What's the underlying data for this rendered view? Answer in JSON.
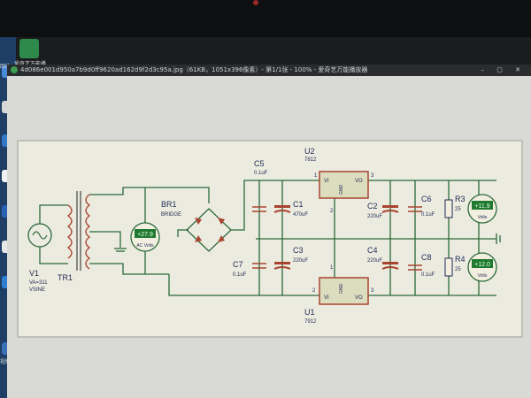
{
  "window": {
    "title": "4d086e001d950a7b9d0ff9620ad162d9f2d3c95a.jpg（61KB，1051x396像素）- 第1/1张 - 100% - 爱奇艺万能播放器",
    "controls": "– ▢ ✕"
  },
  "desktop": {
    "icon_label": "爱奇艺万能播",
    "side_labels": [
      "回收",
      "视频"
    ]
  },
  "circuit": {
    "transformer": {
      "name": "TR1"
    },
    "source": {
      "name": "V1",
      "model": "VA=311",
      "type": "VSINE"
    },
    "bridge": {
      "name": "BR1",
      "type": "BRIDGE"
    },
    "meter_ac": {
      "value": "+27.9",
      "unit": "AC Volts"
    },
    "caps": [
      {
        "name": "C5",
        "value": "0.1uF"
      },
      {
        "name": "C1",
        "value": "470uF"
      },
      {
        "name": "C7",
        "value": "0.1uF"
      },
      {
        "name": "C3",
        "value": "220uF"
      },
      {
        "name": "C2",
        "value": "220uF"
      },
      {
        "name": "C6",
        "value": "0.1uF"
      },
      {
        "name": "C4",
        "value": "220uF"
      },
      {
        "name": "C8",
        "value": "0.1uF"
      }
    ],
    "regulators": [
      {
        "name": "U2",
        "model": "7812",
        "vi": "VI",
        "vo": "VO",
        "gnd": "GND",
        "pin_in": "1",
        "pin_out": "3",
        "pin_gnd": "2"
      },
      {
        "name": "U1",
        "model": "7912",
        "vi": "VI",
        "vo": "VO",
        "gnd": "GND",
        "pin_in": "2",
        "pin_out": "3",
        "pin_gnd": "1"
      }
    ],
    "resistors": [
      {
        "name": "R3",
        "value": "25"
      },
      {
        "name": "R4",
        "value": "25"
      }
    ],
    "meters_dc": [
      {
        "value": "+11.9",
        "unit": "Volts"
      },
      {
        "value": "+12.0",
        "unit": "Volts"
      }
    ]
  },
  "colors": {
    "wire": "#2a6a3a",
    "meter_screen": "#1f7a30",
    "component_red": "#a84430",
    "regulator_fill": "#dcdcbf"
  }
}
